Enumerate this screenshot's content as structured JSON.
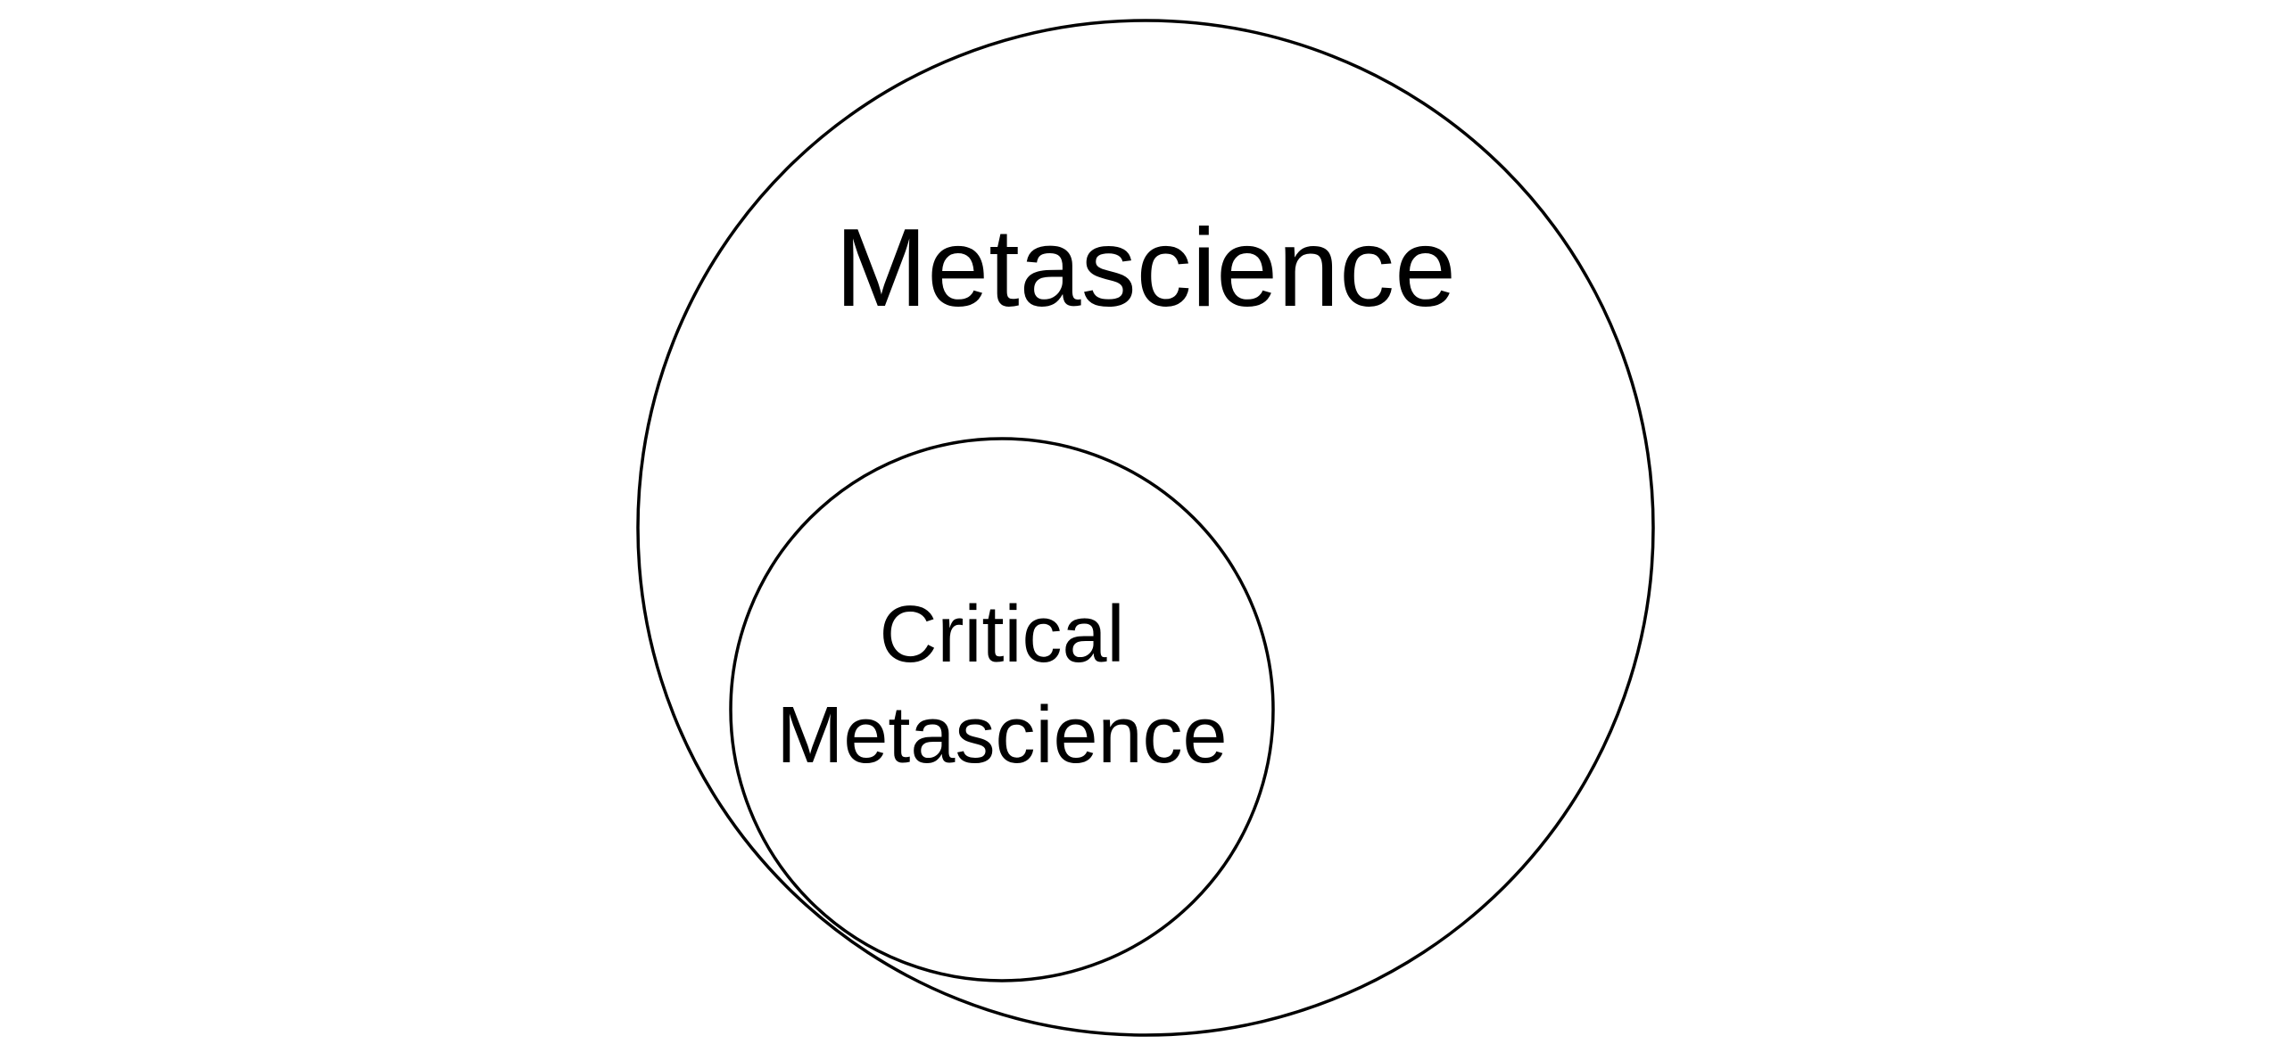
{
  "diagram": {
    "outer_set": {
      "label": "Metascience"
    },
    "inner_set": {
      "label_line1": "Critical",
      "label_line2": "Metascience"
    }
  },
  "colors": {
    "stroke": "#000000",
    "background": "#ffffff",
    "text": "#000000"
  }
}
